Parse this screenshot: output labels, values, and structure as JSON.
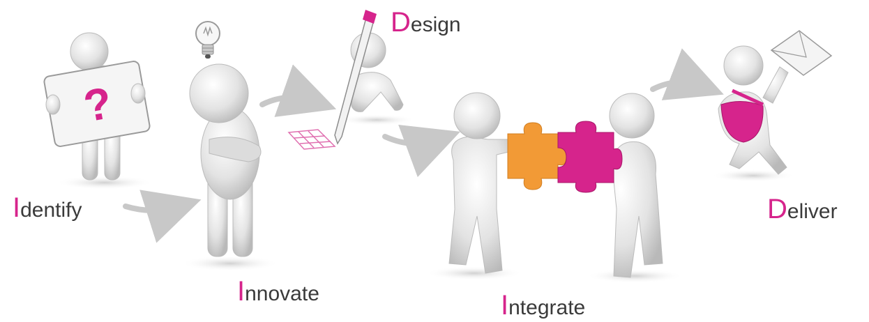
{
  "steps": [
    {
      "initial": "I",
      "rest": "dentify"
    },
    {
      "initial": "I",
      "rest": "nnovate"
    },
    {
      "initial": "D",
      "rest": "esign"
    },
    {
      "initial": "I",
      "rest": "ntegrate"
    },
    {
      "initial": "D",
      "rest": "eliver"
    }
  ],
  "sign_text": "?",
  "colors": {
    "accent": "#d6248c",
    "puzzle_orange": "#f29a36",
    "figure": "#e3e3e3",
    "arrow": "#c8c8c8",
    "text": "#3a3a3a"
  },
  "icons": [
    "lightbulb-icon",
    "question-sign-icon",
    "pen-icon",
    "grid-paper-icon",
    "puzzle-piece-icon",
    "envelope-icon",
    "bag-icon"
  ]
}
